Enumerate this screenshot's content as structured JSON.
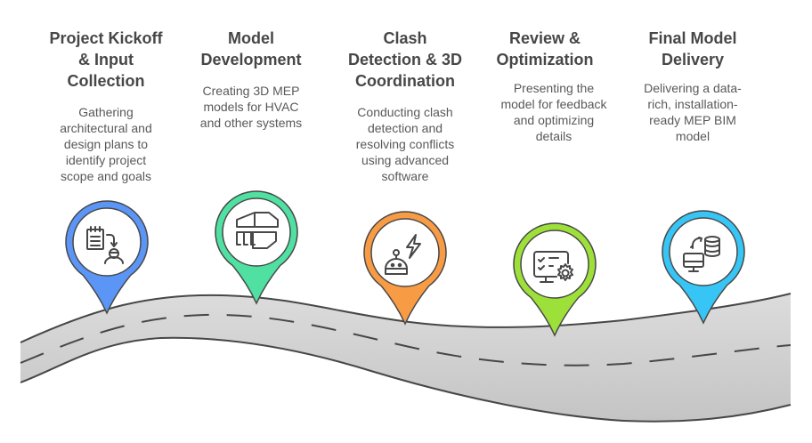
{
  "diagram": {
    "type": "roadmap-timeline",
    "road": {
      "fill": "#d2d2d2",
      "edge": "#474747",
      "dash": "#474747"
    },
    "steps": [
      {
        "title_lines": [
          "Project Kickoff",
          "& Input",
          "Collection"
        ],
        "desc_lines": [
          "Gathering",
          "architectural and",
          "design plans to",
          "identify project",
          "scope and goals"
        ],
        "color": "#5b95f5",
        "icon": "checklist-to-person-icon"
      },
      {
        "title_lines": [
          "Model",
          "Development"
        ],
        "desc_lines": [
          "Creating 3D MEP",
          "models for HVAC",
          "and other systems"
        ],
        "color": "#4fe0a2",
        "icon": "building-model-icon"
      },
      {
        "title_lines": [
          "Clash",
          "Detection & 3D",
          "Coordination"
        ],
        "desc_lines": [
          "Conducting clash",
          "detection and",
          "resolving conflicts",
          "using advanced",
          "software"
        ],
        "color": "#f89b45",
        "icon": "robot-lightning-icon"
      },
      {
        "title_lines": [
          "Review &",
          "Optimization"
        ],
        "desc_lines": [
          "Presenting the",
          "model for feedback",
          "and optimizing",
          "details"
        ],
        "color": "#9ee03a",
        "icon": "monitor-checklist-gear-icon"
      },
      {
        "title_lines": [
          "Final Model",
          "Delivery"
        ],
        "desc_lines": [
          "Delivering a data-",
          "rich, installation-",
          "ready MEP BIM",
          "model"
        ],
        "color": "#37c5f5",
        "icon": "monitor-database-sync-icon"
      }
    ]
  }
}
